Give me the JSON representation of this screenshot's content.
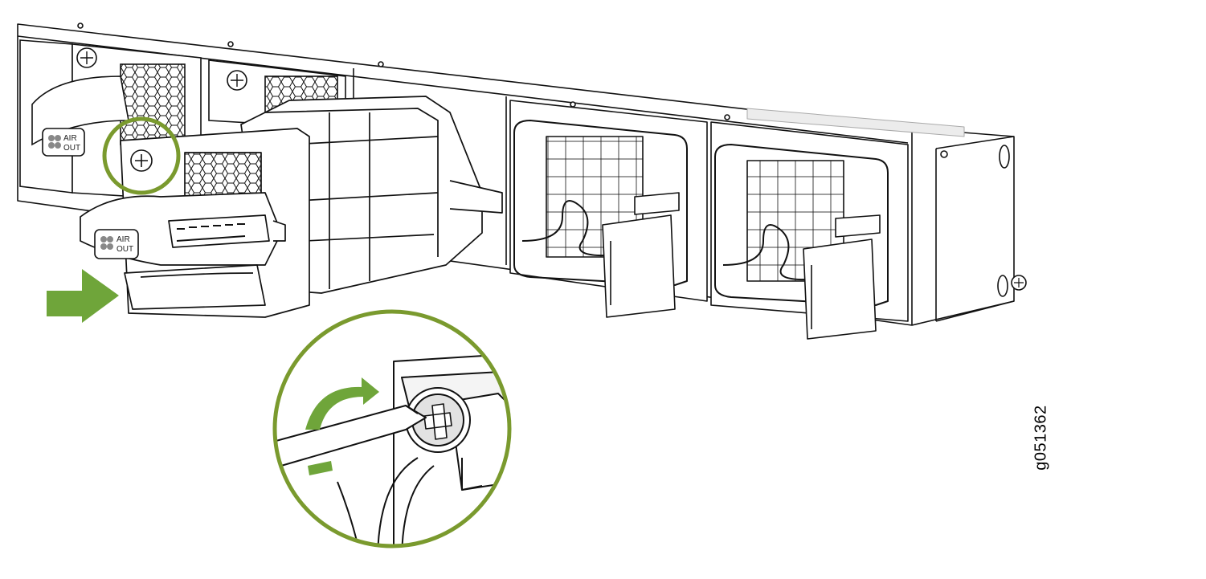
{
  "figure": {
    "id": "g051362",
    "accent_color": "#7a9a2e",
    "arrow_color": "#6fa53a",
    "line_color": "#111111",
    "fill_color": "#ffffff",
    "shade_color": "#e6e6e6"
  },
  "labels": {
    "airflow_top": [
      "AIR",
      "OUT"
    ],
    "airflow_front": [
      "AIR",
      "OUT"
    ]
  },
  "icons": {
    "arrow": "insert-direction-arrow",
    "rotation": "clockwise-rotation-arrow",
    "screw": "captive-screw-icon",
    "fan": "fan-icon"
  }
}
